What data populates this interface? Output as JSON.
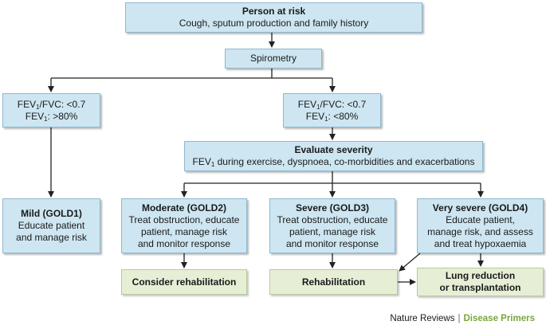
{
  "nodes": {
    "person": {
      "title": "Person at risk",
      "line1": "Cough, sputum production and family history"
    },
    "spirometry": {
      "text": "Spirometry"
    },
    "left_branch": {
      "l1_a": "FEV",
      "l1_sub": "1",
      "l1_b": "/FVC: <0.7",
      "l2_a": "FEV",
      "l2_sub": "1",
      "l2_b": ": >80%"
    },
    "right_branch": {
      "l1_a": "FEV",
      "l1_sub": "1",
      "l1_b": "/FVC: <0.7",
      "l2_a": "FEV",
      "l2_sub": "1",
      "l2_b": ": <80%"
    },
    "evaluate": {
      "title": "Evaluate severity",
      "l_a": "FEV",
      "l_sub": "1",
      "l_b": " during exercise, dyspnoea, co-morbidities and exacerbations"
    },
    "mild": {
      "title": "Mild (GOLD1)",
      "line1": "Educate patient",
      "line2": "and manage risk"
    },
    "moderate": {
      "title": "Moderate (GOLD2)",
      "line1": "Treat obstruction, educate",
      "line2": "patient, manage risk",
      "line3": "and monitor response"
    },
    "severe": {
      "title": "Severe (GOLD3)",
      "line1": "Treat obstruction, educate",
      "line2": "patient, manage risk",
      "line3": "and monitor response"
    },
    "very_severe": {
      "title": "Very severe (GOLD4)",
      "line1": "Educate patient,",
      "line2": "manage risk, and assess",
      "line3": "and treat hypoxaemia"
    },
    "consider_rehab": {
      "text": "Consider rehabilitation"
    },
    "rehab": {
      "text": "Rehabilitation"
    },
    "lung_reduction": {
      "line1": "Lung reduction",
      "line2": "or transplantation"
    }
  },
  "footer": {
    "journal": "Nature Reviews",
    "separator": "|",
    "series": "Disease Primers"
  },
  "colors": {
    "box_blue": "#cde6f1",
    "box_green": "#e6efd6",
    "line": "#222222",
    "accent_green": "#7aa53e"
  }
}
